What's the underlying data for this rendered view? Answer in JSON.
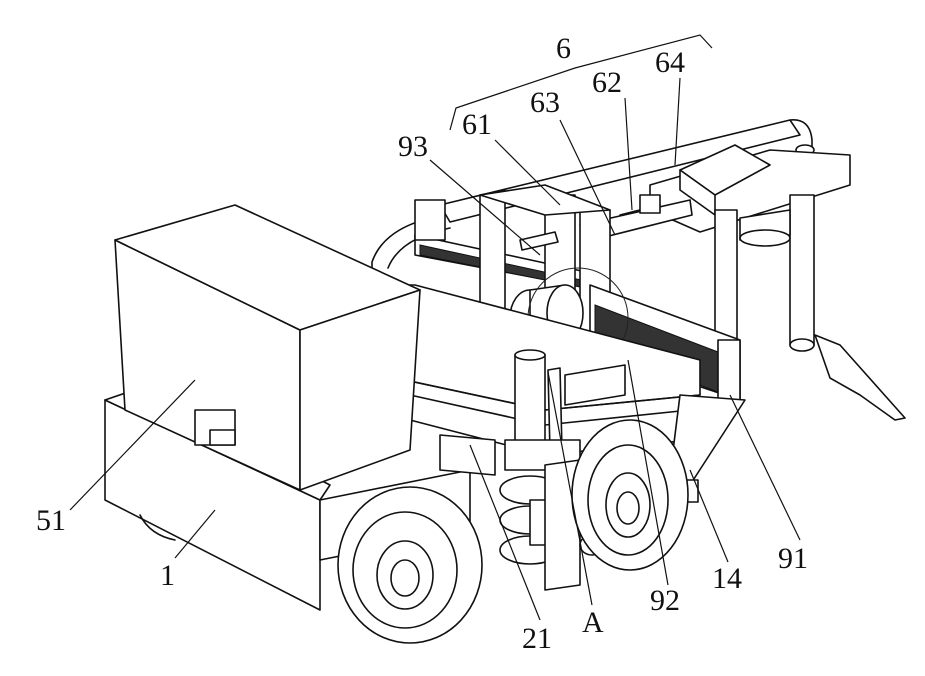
{
  "labels": {
    "l6": "6",
    "l64": "64",
    "l62": "62",
    "l63": "63",
    "l61": "61",
    "l93": "93",
    "l51": "51",
    "l1": "1",
    "l21": "21",
    "lA": "A",
    "l92": "92",
    "l14": "14",
    "l91": "91"
  }
}
